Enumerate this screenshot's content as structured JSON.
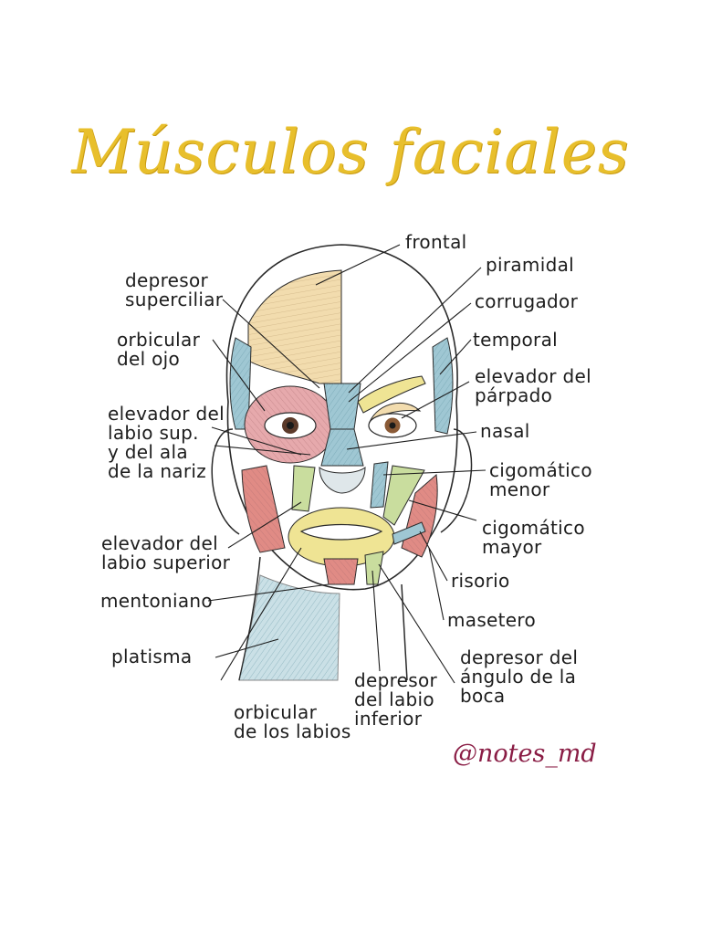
{
  "title": "Músculos faciales",
  "watermark": "@notes_md",
  "labels": {
    "frontal": "frontal",
    "piramidal": "piramidal",
    "depresor_superciliar": "depresor\nsuperciliar",
    "corrugador": "corrugador",
    "orbicular_ojo": "orbicular\ndel ojo",
    "temporal": "temporal",
    "elevador_parpado": "elevador del\npárpado",
    "elevador_labio_ala": "elevador del\nlabio sup.\ny del ala\nde la nariz",
    "nasal": "nasal",
    "cigomatico_menor": "cigomático\nmenor",
    "cigomatico_mayor": "cigomático\nmayor",
    "elevador_labio_superior": "elevador del\nlabio superior",
    "risorio": "risorio",
    "mentoniano": "mentoniano",
    "masetero": "masetero",
    "platisma": "platisma",
    "depresor_angulo": "depresor del\nángulo de la\nboca",
    "depresor_labio": "depresor\ndel labio\ninferior",
    "orbicular_labios": "orbicular\nde los labios"
  },
  "colors": {
    "title": "#e8bf2c",
    "watermark": "#8a1d45",
    "frontal": "#f2dcae",
    "blue": "#9fc7d3",
    "pink": "#e6a9ac",
    "yellow": "#efe494",
    "green": "#c9dd9e",
    "red": "#e08b85"
  }
}
